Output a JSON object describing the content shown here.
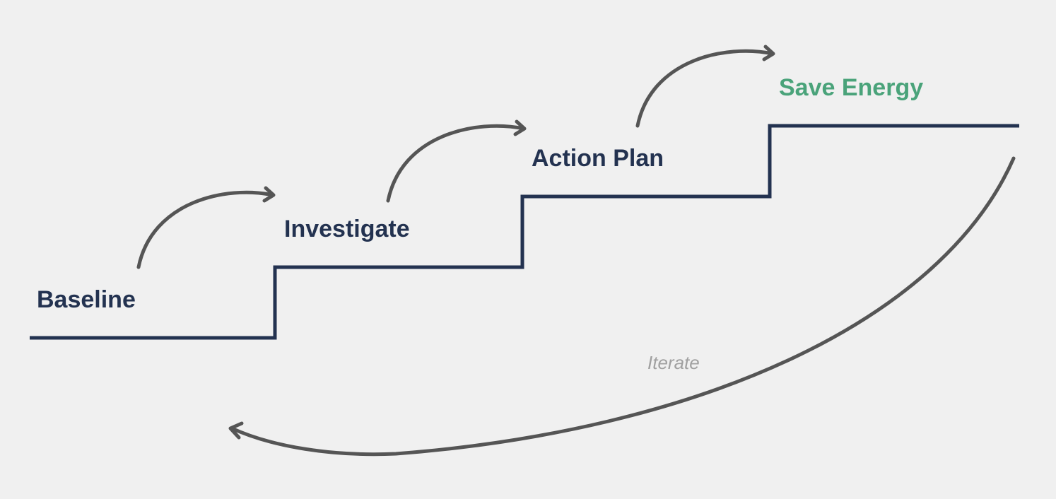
{
  "steps": [
    {
      "label": "Baseline"
    },
    {
      "label": "Investigate"
    },
    {
      "label": "Action Plan"
    },
    {
      "label": "Save Energy"
    }
  ],
  "loop_label": "Iterate",
  "colors": {
    "background": "#f0f0f0",
    "step_text": "#233250",
    "final_step_text": "#4aa37a",
    "staircase": "#233250",
    "arrow": "#555555",
    "loop_text": "#a0a0a0"
  }
}
